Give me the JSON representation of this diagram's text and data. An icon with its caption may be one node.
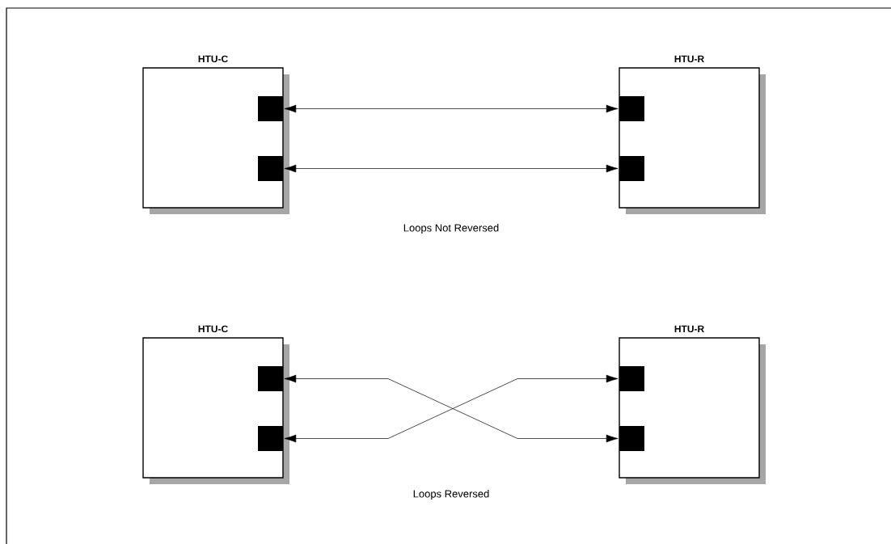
{
  "diagram": {
    "nodes": [
      {
        "text": [
          "HTU-C"
        ]
      },
      {
        "text": [],
        "shape": "box",
        "in": 0
      },
      {
        "text": [],
        "shape": "box",
        "in": 0
      },
      {
        "text": [
          "HTU-R"
        ]
      },
      {
        "text": [],
        "shape": "box",
        "in": 3
      },
      {
        "text": [],
        "shape": "box",
        "in": 3
      },
      {
        "text": [
          "HTU-C"
        ]
      },
      {
        "text": [],
        "shape": "box",
        "in": 6
      },
      {
        "text": [],
        "shape": "box",
        "in": 6
      },
      {
        "text": [
          "HTU-R"
        ]
      },
      {
        "text": [],
        "shape": "box",
        "in": 9
      },
      {
        "text": [],
        "shape": "box",
        "in": 9
      }
    ],
    "edges": [
      {
        "from": 1,
        "to": 4,
        "arrow": "both"
      },
      {
        "from": 2,
        "to": 5,
        "arrow": "both"
      },
      {
        "from": 7,
        "to": 11,
        "arrow": "both"
      },
      {
        "from": 8,
        "to": 10,
        "arrow": "both"
      }
    ],
    "labels": [
      "Loops Not Reversed",
      "Loops Reversed"
    ]
  }
}
